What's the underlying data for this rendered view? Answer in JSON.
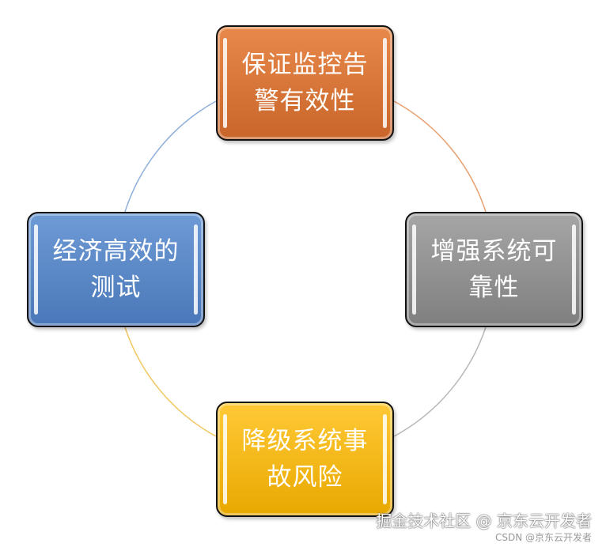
{
  "nodes": {
    "top": {
      "label": "保证监控告\n警有效性",
      "color": "#E8894A",
      "color_dark": "#C9652A"
    },
    "right": {
      "label": "增强系统可\n靠性",
      "color": "#A6A6A6",
      "color_dark": "#7F7F7F"
    },
    "bottom": {
      "label": "降级系统事\n故风险",
      "color": "#FFC936",
      "color_dark": "#E8A800"
    },
    "left": {
      "label": "经济高效的\n测试",
      "color": "#6E9BD6",
      "color_dark": "#4A77B8"
    }
  },
  "watermark": {
    "line1": "掘金技术社区 @ 京东云开发者",
    "line2": "CSDN @京东云开发者"
  }
}
